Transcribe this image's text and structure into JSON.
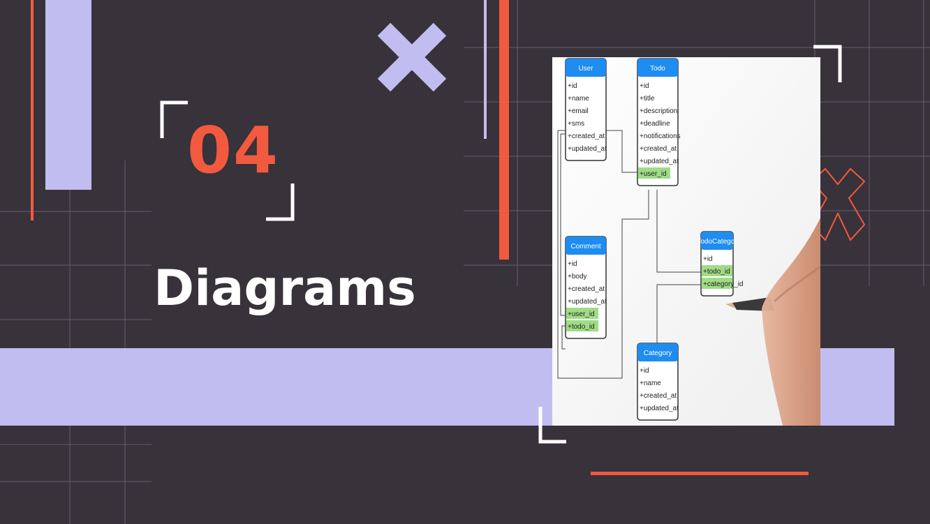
{
  "slide": {
    "section_number": "04",
    "section_title": "Diagrams"
  },
  "colors": {
    "background": "#38323a",
    "accent_orange": "#f25a3f",
    "accent_lavender": "#c2bdf0",
    "bracket": "#ffffff",
    "erd_header": "#1e8cf0",
    "erd_highlight": "#9fdc86"
  },
  "icons": [
    "x-shape-icon",
    "x-outline-icon",
    "corner-bracket-icon"
  ],
  "erd": {
    "entities": [
      {
        "name": "User",
        "fields": [
          {
            "label": "+id",
            "highlight": false
          },
          {
            "label": "+name",
            "highlight": false
          },
          {
            "label": "+email",
            "highlight": false
          },
          {
            "label": "+sms",
            "highlight": false
          },
          {
            "label": "+created_at",
            "highlight": false
          },
          {
            "label": "+updated_at",
            "highlight": false
          }
        ]
      },
      {
        "name": "Todo",
        "fields": [
          {
            "label": "+id",
            "highlight": false
          },
          {
            "label": "+title",
            "highlight": false
          },
          {
            "label": "+description",
            "highlight": false
          },
          {
            "label": "+deadline",
            "highlight": false
          },
          {
            "label": "+notifications",
            "highlight": false
          },
          {
            "label": "+created_at",
            "highlight": false
          },
          {
            "label": "+updated_at",
            "highlight": false
          },
          {
            "label": "+user_id",
            "highlight": true
          }
        ]
      },
      {
        "name": "Comment",
        "fields": [
          {
            "label": "+id",
            "highlight": false
          },
          {
            "label": "+body",
            "highlight": false
          },
          {
            "label": "+created_at",
            "highlight": false
          },
          {
            "label": "+updated_at",
            "highlight": false
          },
          {
            "label": "+user_id",
            "highlight": true
          },
          {
            "label": "+todo_id",
            "highlight": true
          }
        ]
      },
      {
        "name": "TodoCategor",
        "fields": [
          {
            "label": "+id",
            "highlight": false
          },
          {
            "label": "+todo_id",
            "highlight": true
          },
          {
            "label": "+category_id",
            "highlight": true
          }
        ]
      },
      {
        "name": "Category",
        "fields": [
          {
            "label": "+id",
            "highlight": false
          },
          {
            "label": "+name",
            "highlight": false
          },
          {
            "label": "+created_at",
            "highlight": false
          },
          {
            "label": "+updated_at",
            "highlight": false
          }
        ]
      }
    ]
  }
}
